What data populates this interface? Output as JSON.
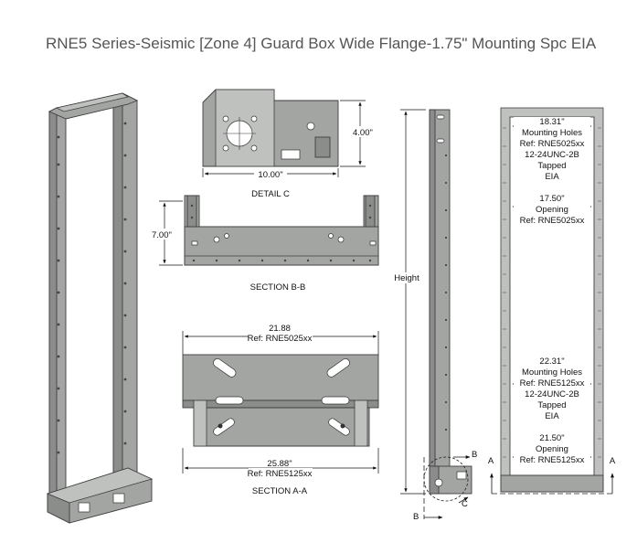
{
  "page": {
    "title": "RNE5 Series-Seismic [Zone 4] Guard Box Wide Flange-1.75\" Mounting Spc EIA"
  },
  "detail_c": {
    "dim_height": "4.00\"",
    "dim_width": "10.00\"",
    "caption": "DETAIL C"
  },
  "section_bb": {
    "dim_height": "7.00\"",
    "caption": "SECTION B-B"
  },
  "section_aa": {
    "top_dim_value": "21.88",
    "top_dim_ref": "Ref: RNE5025xx",
    "bottom_dim_value": "25.88\"",
    "bottom_dim_ref": "Ref: RNE5125xx",
    "caption": "SECTION A-A"
  },
  "side_view": {
    "height_label": "Height",
    "marker_b_top": "B",
    "marker_b_bottom": "B",
    "marker_c": "C"
  },
  "front_view": {
    "note1": [
      "18.31\"",
      "Mounting Holes",
      "Ref: RNE5025xx",
      "12-24UNC-2B",
      "Tapped",
      "EIA"
    ],
    "note2": [
      "17.50\"",
      "Opening",
      "Ref: RNE5025xx"
    ],
    "note3": [
      "22.31\"",
      "Mounting Holes",
      "Ref: RNE5125xx",
      "12-24UNC-2B",
      "Tapped",
      "EIA"
    ],
    "note4": [
      "21.50\"",
      "Opening",
      "Ref: RNE5125xx"
    ],
    "marker_a_left": "A",
    "marker_a_right": "A"
  },
  "colors": {
    "steel": "#a3a5a3",
    "steel_dark": "#8b8d8b",
    "line": "#3e3e3e",
    "title": "#555555"
  }
}
